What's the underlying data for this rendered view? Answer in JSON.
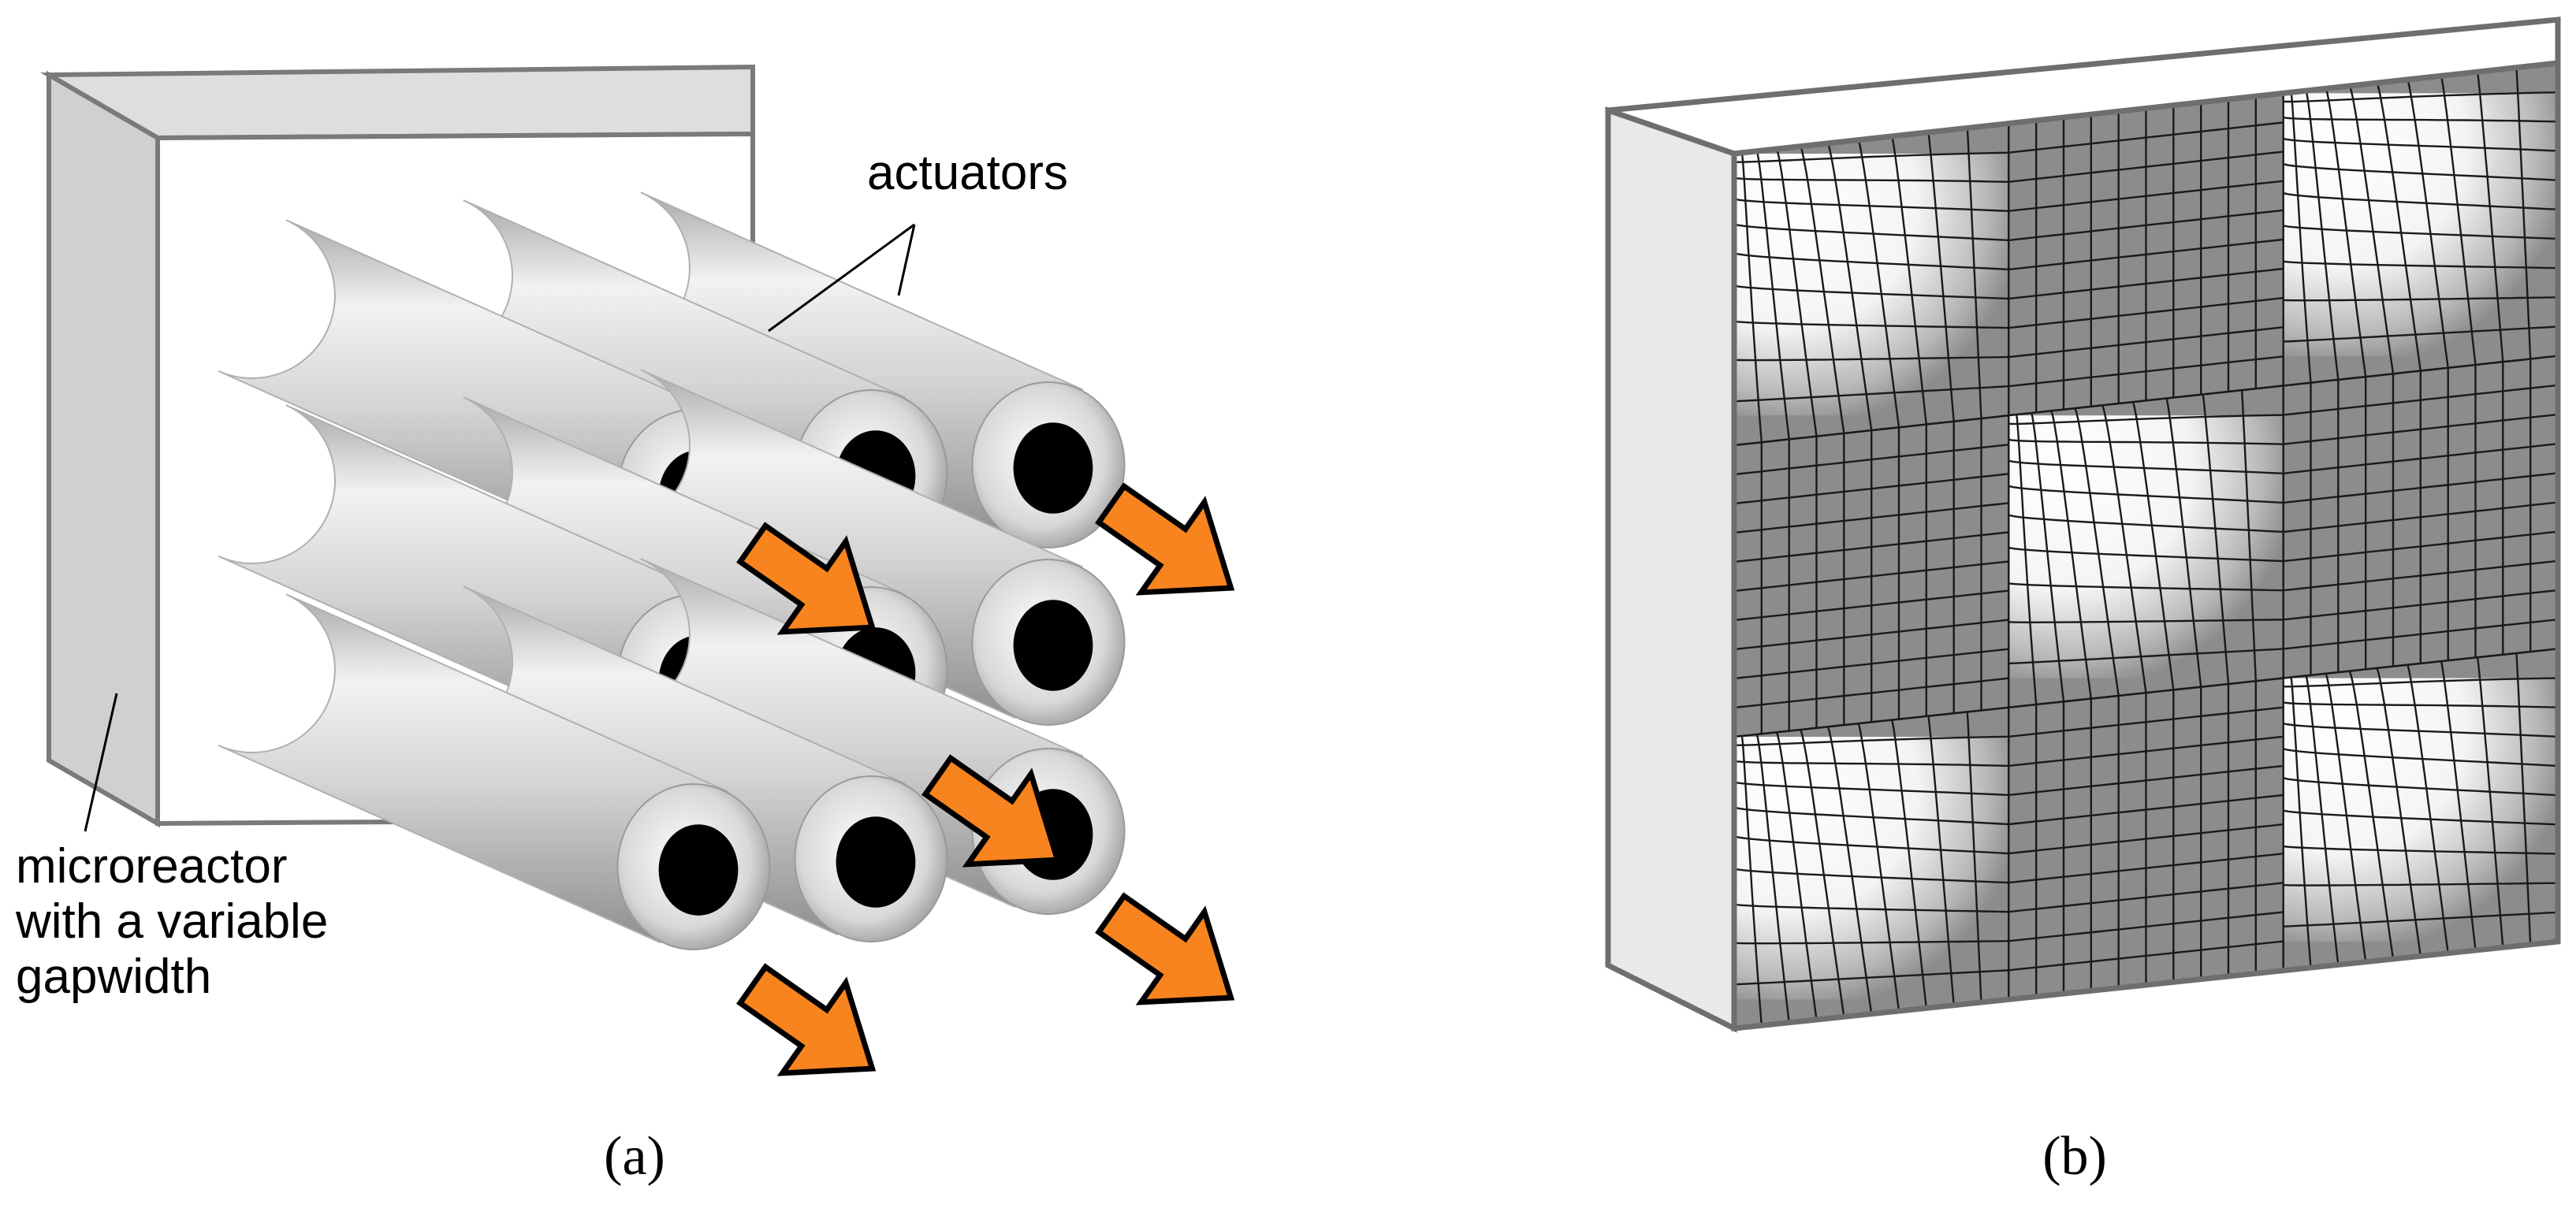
{
  "panel_a": {
    "label_actuators": "actuators",
    "label_microreactor_line1": "microreactor",
    "label_microreactor_line2": "with a variable",
    "label_microreactor_line3": "gapwidth",
    "caption": "(a)",
    "actuator_count": 9,
    "arrow_count": 5
  },
  "panel_b": {
    "caption": "(b)",
    "grid_cells": 9,
    "deformed_cells": 5
  },
  "colors": {
    "arrow_fill": "#f7841e",
    "arrow_stroke": "#000000",
    "mesh_gray": "#8c8c8c",
    "housing_side": "#d0d0d0",
    "housing_top": "#dedede"
  }
}
